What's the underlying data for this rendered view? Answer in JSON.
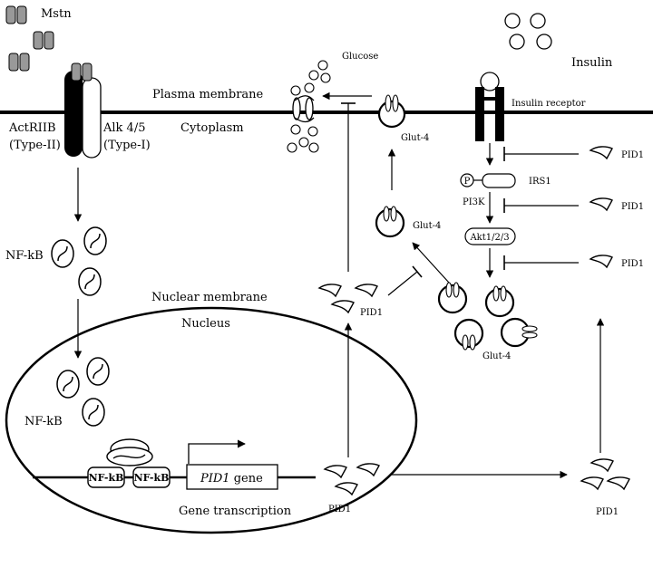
{
  "labels": {
    "mstn": "Mstn",
    "insulin": "Insulin",
    "glucose": "Glucose",
    "plasma_membrane": "Plasma membrane",
    "cytoplasm": "Cytoplasm",
    "actriib": "ActRIIB",
    "type_ii": "(Type-II)",
    "alk45": "Alk 4/5",
    "type_i": "(Type-I)",
    "insulin_receptor": "Insulin receptor",
    "nfkb_cyto": "NF-kB",
    "nfkb_nuclear": "NF-kB",
    "nuclear_membrane": "Nuclear membrane",
    "nucleus": "Nucleus",
    "nfkb_box1": "NF-kB",
    "nfkb_box2": "NF-kB",
    "pid1_gene_italic": "PID1",
    "pid1_gene_suffix": " gene",
    "gene_transcription": "Gene transcription",
    "pid1_nuclear": "PID1",
    "pid1_right_bottom": "PID1",
    "pid1_middle": "PID1",
    "pid1_inhib_1": "PID1",
    "pid1_inhib_2": "PID1",
    "pid1_inhib_3": "PID1",
    "glut4_membrane": "Glut-4",
    "glut4_vesicle": "Glut-4",
    "glut4_cluster": "Glut-4",
    "p_label": "P",
    "irs1": "IRS1",
    "pi3k": "PI3K",
    "akt": "Akt1/2/3"
  }
}
